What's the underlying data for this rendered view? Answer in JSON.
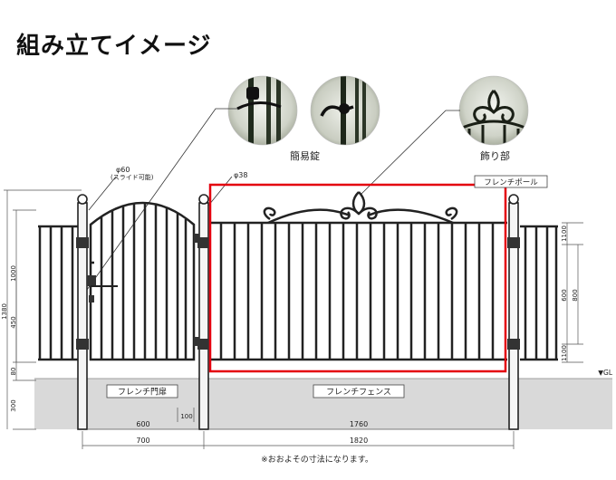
{
  "title": "組み立てイメージ",
  "photos": [
    {
      "caption": "簡易錠",
      "icon": "simple-lock-photo"
    },
    {
      "caption": "",
      "icon": "lock-latch-photo"
    },
    {
      "caption": "飾り部",
      "icon": "ornament-photo"
    }
  ],
  "labels": {
    "post_gate": "φ60",
    "post_gate_note": "(スライド可能)",
    "post_fence": "φ38",
    "french_pole": "フレンチポール",
    "gate": "フレンチ門扉",
    "fence": "フレンチフェンス",
    "ground": "▼GL",
    "note": "※おおよその寸法になります。"
  },
  "dimensions": {
    "left": {
      "total": "1380",
      "upper": "1000",
      "middle": "450",
      "lower": "80",
      "below_ground": "300"
    },
    "right": {
      "top": "1100",
      "middle_a": "600",
      "middle_b": "800",
      "bottom": "1100"
    },
    "bottom": {
      "gate_width": "600",
      "gap": "100",
      "fence_width": "1760",
      "gate_pitch": "700",
      "fence_pitch": "1820"
    }
  },
  "colors": {
    "highlight": "#e4000f",
    "metal": "#222222",
    "ground": "#d9d9d9",
    "dim_line": "#555555"
  }
}
